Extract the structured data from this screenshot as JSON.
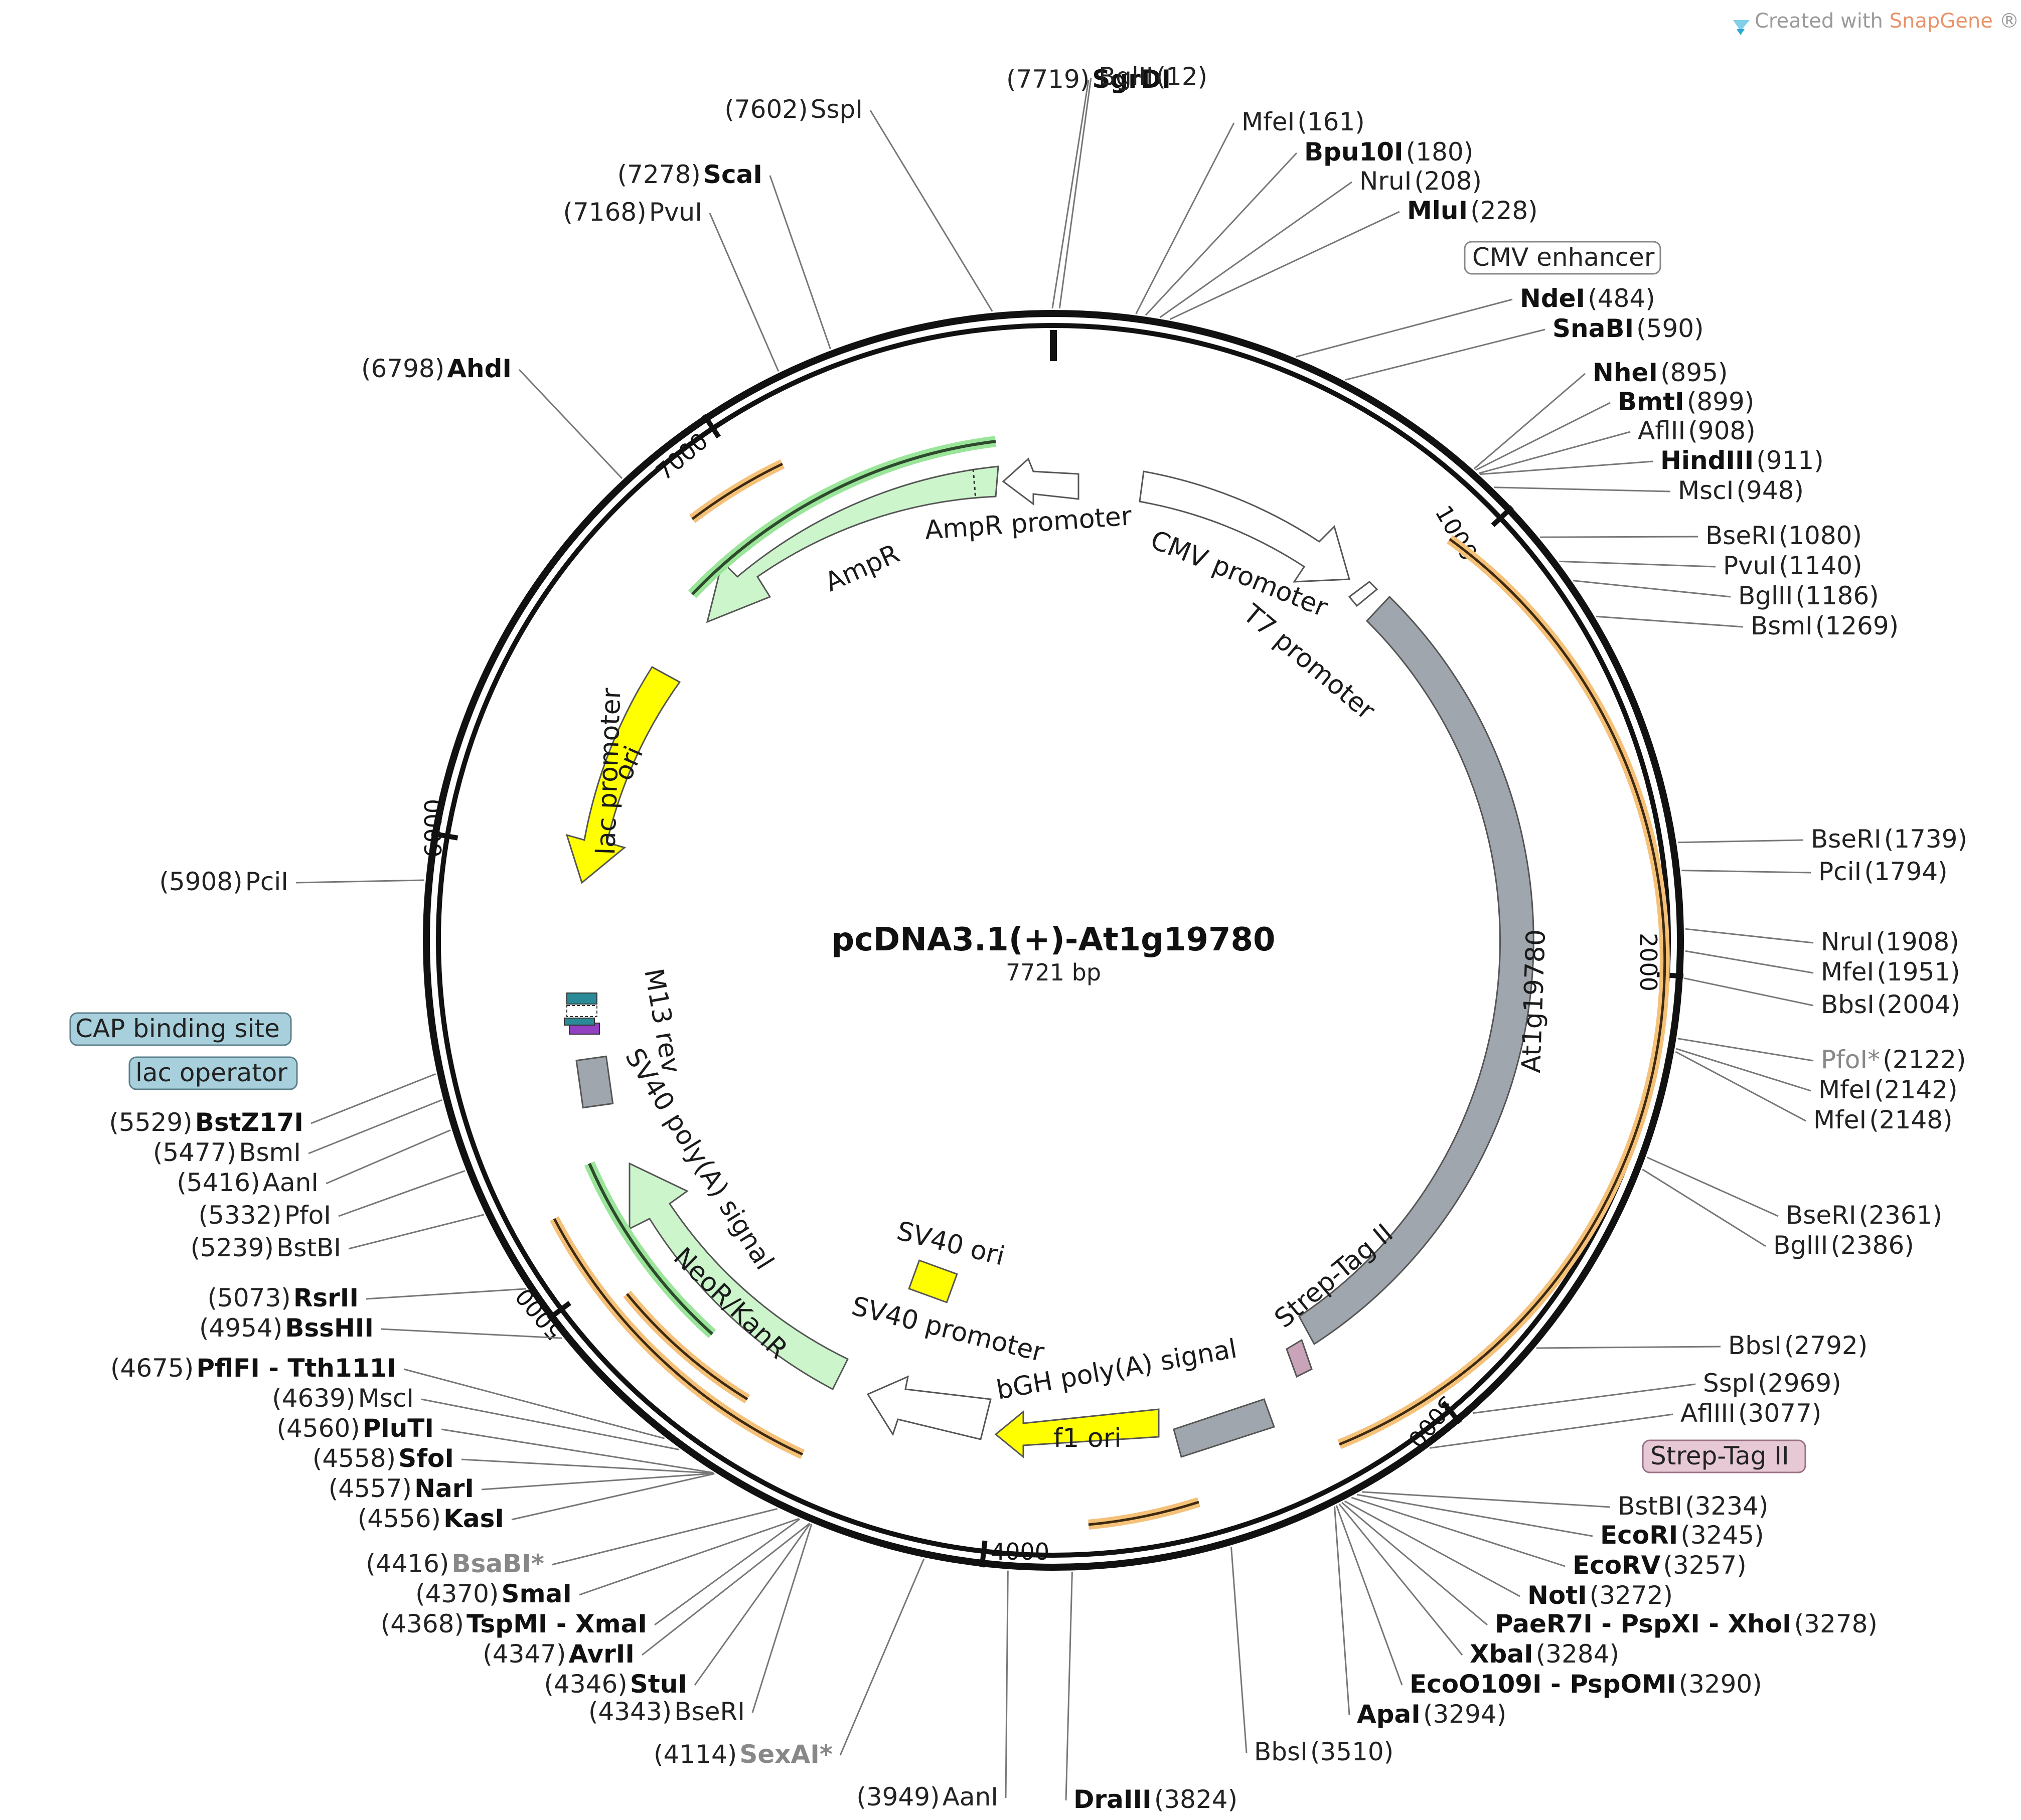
{
  "header": {
    "created_with": "Created with",
    "brand": "SnapGene",
    "mark": "®"
  },
  "plasmid": {
    "name": "pcDNA3.1(+)-At1g19780",
    "length_label": "7721 bp",
    "total_bp": 7721
  },
  "ticks": [
    {
      "bp": 1000,
      "label": "1000"
    },
    {
      "bp": 2000,
      "label": "2000"
    },
    {
      "bp": 3000,
      "label": "3000"
    },
    {
      "bp": 4000,
      "label": "4000"
    },
    {
      "bp": 5000,
      "label": "5000"
    },
    {
      "bp": 6000,
      "label": "6000"
    },
    {
      "bp": 7000,
      "label": "7000"
    }
  ],
  "features": [
    {
      "name": "CMV enhancer",
      "label": "CMV enhancer",
      "style": "boxed-white"
    },
    {
      "name": "CMV promoter",
      "label": "CMV promoter",
      "color": "#ffffff"
    },
    {
      "name": "T7 promoter",
      "label": "T7 promoter",
      "color": "#ffffff"
    },
    {
      "name": "At1g19780",
      "label": "At1g19780",
      "color": "#a0a6ae"
    },
    {
      "name": "Strep-Tag II",
      "label": "Strep-Tag II",
      "color": "#c9a3b8",
      "boxed_label": "Strep-Tag II"
    },
    {
      "name": "bGH poly(A) signal",
      "label": "bGH poly(A) signal",
      "color": "#a0a6ae"
    },
    {
      "name": "f1 ori",
      "label": "f1 ori",
      "color": "#ffff00"
    },
    {
      "name": "SV40 promoter",
      "label": "SV40 promoter",
      "color": "#ffffff"
    },
    {
      "name": "SV40 ori",
      "label": "SV40 ori",
      "color": "#ffff00"
    },
    {
      "name": "NeoR/KanR",
      "label": "NeoR/KanR",
      "color": "#ccf5cc"
    },
    {
      "name": "SV40 poly(A) signal",
      "label": "SV40 poly(A) signal",
      "color": "#a0a6ae"
    },
    {
      "name": "M13 rev",
      "label": "M13 rev",
      "color": "#9040c0"
    },
    {
      "name": "lac operator",
      "label": "lac operator",
      "color": "#a8d0dc"
    },
    {
      "name": "lac promoter",
      "label": "lac promoter",
      "color": "#ffffff"
    },
    {
      "name": "CAP binding site",
      "label": "CAP binding site",
      "color": "#a8d0dc"
    },
    {
      "name": "ori",
      "label": "ori",
      "color": "#ffff00"
    },
    {
      "name": "AmpR",
      "label": "AmpR",
      "color": "#ccf5cc"
    },
    {
      "name": "AmpR promoter",
      "label": "AmpR promoter",
      "color": "#ffffff"
    }
  ],
  "sites": [
    {
      "pos": "(7719)",
      "name": "SgrDI",
      "bold": true
    },
    {
      "pos": "(12)",
      "name": "BglII",
      "bold": false
    },
    {
      "pos": "(7602)",
      "name": "SspI",
      "bold": false
    },
    {
      "pos": "(161)",
      "name": "MfeI",
      "bold": false
    },
    {
      "pos": "(180)",
      "name": "Bpu10I",
      "bold": true
    },
    {
      "pos": "(208)",
      "name": "NruI",
      "bold": false
    },
    {
      "pos": "(228)",
      "name": "MluI",
      "bold": true
    },
    {
      "pos": "(7278)",
      "name": "ScaI",
      "bold": true
    },
    {
      "pos": "(7168)",
      "name": "PvuI",
      "bold": false
    },
    {
      "pos": "(484)",
      "name": "NdeI",
      "bold": true
    },
    {
      "pos": "(590)",
      "name": "SnaBI",
      "bold": true
    },
    {
      "pos": "(6798)",
      "name": "AhdI",
      "bold": true
    },
    {
      "pos": "(895)",
      "name": "NheI",
      "bold": true
    },
    {
      "pos": "(899)",
      "name": "BmtI",
      "bold": true
    },
    {
      "pos": "(908)",
      "name": "AflII",
      "bold": false
    },
    {
      "pos": "(911)",
      "name": "HindIII",
      "bold": true
    },
    {
      "pos": "(948)",
      "name": "MscI",
      "bold": false
    },
    {
      "pos": "(1080)",
      "name": "BseRI",
      "bold": false
    },
    {
      "pos": "(1140)",
      "name": "PvuI",
      "bold": false
    },
    {
      "pos": "(1186)",
      "name": "BglII",
      "bold": false
    },
    {
      "pos": "(1269)",
      "name": "BsmI",
      "bold": false
    },
    {
      "pos": "(1739)",
      "name": "BseRI",
      "bold": false
    },
    {
      "pos": "(1794)",
      "name": "PciI",
      "bold": false
    },
    {
      "pos": "(5908)",
      "name": "PciI",
      "bold": false
    },
    {
      "pos": "(1908)",
      "name": "NruI",
      "bold": false
    },
    {
      "pos": "(1951)",
      "name": "MfeI",
      "bold": false
    },
    {
      "pos": "(2004)",
      "name": "BbsI",
      "bold": false
    },
    {
      "pos": "(2122)",
      "name": "PfoI*",
      "bold": false,
      "gray": true
    },
    {
      "pos": "(2142)",
      "name": "MfeI",
      "bold": false
    },
    {
      "pos": "(2148)",
      "name": "MfeI",
      "bold": false
    },
    {
      "pos": "(5529)",
      "name": "BstZ17I",
      "bold": true
    },
    {
      "pos": "(5477)",
      "name": "BsmI",
      "bold": false
    },
    {
      "pos": "(5416)",
      "name": "AanI",
      "bold": false
    },
    {
      "pos": "(5332)",
      "name": "PfoI",
      "bold": false
    },
    {
      "pos": "(5239)",
      "name": "BstBI",
      "bold": false
    },
    {
      "pos": "(2361)",
      "name": "BseRI",
      "bold": false
    },
    {
      "pos": "(2386)",
      "name": "BglII",
      "bold": false
    },
    {
      "pos": "(5073)",
      "name": "RsrII",
      "bold": true
    },
    {
      "pos": "(4954)",
      "name": "BssHII",
      "bold": true
    },
    {
      "pos": "(2792)",
      "name": "BbsI",
      "bold": false
    },
    {
      "pos": "(4675)",
      "name": "PflFI - Tth111I",
      "bold": true
    },
    {
      "pos": "(2969)",
      "name": "SspI",
      "bold": false
    },
    {
      "pos": "(4639)",
      "name": "MscI",
      "bold": false
    },
    {
      "pos": "(3077)",
      "name": "AflIII",
      "bold": false
    },
    {
      "pos": "(4560)",
      "name": "PluTI",
      "bold": true
    },
    {
      "pos": "(4558)",
      "name": "SfoI",
      "bold": true
    },
    {
      "pos": "(4557)",
      "name": "NarI",
      "bold": true
    },
    {
      "pos": "(4556)",
      "name": "KasI",
      "bold": true
    },
    {
      "pos": "(3234)",
      "name": "BstBI",
      "bold": false
    },
    {
      "pos": "(3245)",
      "name": "EcoRI",
      "bold": true
    },
    {
      "pos": "(4416)",
      "name": "BsaBI*",
      "bold": true,
      "gray": true
    },
    {
      "pos": "(3257)",
      "name": "EcoRV",
      "bold": true
    },
    {
      "pos": "(4370)",
      "name": "SmaI",
      "bold": true
    },
    {
      "pos": "(3272)",
      "name": "NotI",
      "bold": true
    },
    {
      "pos": "(4368)",
      "name": "TspMI - XmaI",
      "bold": true
    },
    {
      "pos": "(3278)",
      "name": "PaeR7I - PspXI - XhoI",
      "bold": true
    },
    {
      "pos": "(4347)",
      "name": "AvrII",
      "bold": true
    },
    {
      "pos": "(3284)",
      "name": "XbaI",
      "bold": true
    },
    {
      "pos": "(4346)",
      "name": "StuI",
      "bold": true
    },
    {
      "pos": "(3290)",
      "name": "EcoO109I - PspOMI",
      "bold": true
    },
    {
      "pos": "(4343)",
      "name": "BseRI",
      "bold": false
    },
    {
      "pos": "(3294)",
      "name": "ApaI",
      "bold": true
    },
    {
      "pos": "(3510)",
      "name": "BbsI",
      "bold": false
    },
    {
      "pos": "(4114)",
      "name": "SexAI*",
      "bold": true,
      "gray": true
    },
    {
      "pos": "(3949)",
      "name": "AanI",
      "bold": false
    },
    {
      "pos": "(3824)",
      "name": "DraIII",
      "bold": true
    }
  ],
  "colors": {
    "backbone": "#111111",
    "orf_arrow": "#f5c179",
    "primer_green": "#9be59b",
    "sg_brand": "#e8936a"
  }
}
